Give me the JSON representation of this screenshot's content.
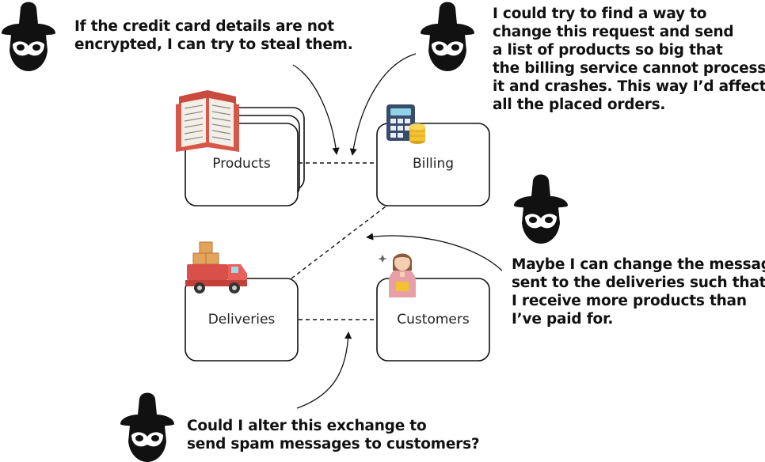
{
  "services": {
    "products": "Products",
    "billing": "Billing",
    "deliveries": "Deliveries",
    "customers": "Customers"
  },
  "notes": {
    "credit_card": "If the credit card details are not\nencrypted, I can try to steal them.",
    "billing_request": "I could try to find a way to\nchange this request and send\na list of products so big that\nthe billing service cannot process\nit and crashes. This way I’d affect\nall the placed orders.",
    "deliveries_message": "Maybe I can change the message\nsent to the deliveries such that\nI receive more products than\nI’ve paid for.",
    "spam": "Could I alter this exchange to\nsend spam messages to customers?"
  },
  "icons": {
    "attacker": "spy-icon",
    "products": "books-icon",
    "billing": "calculator-coins-icon",
    "deliveries": "delivery-truck-icon",
    "customers": "customer-icon"
  }
}
